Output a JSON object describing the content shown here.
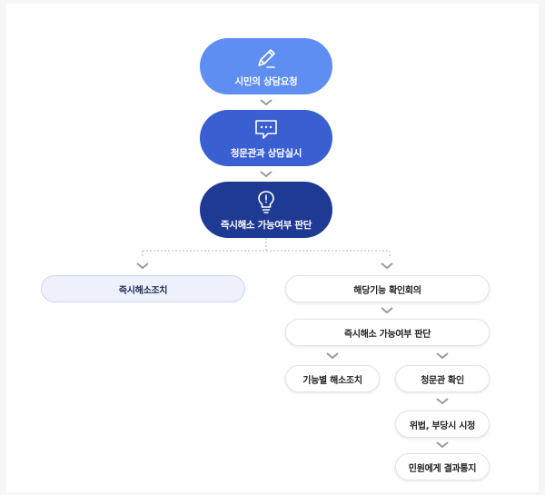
{
  "flow": {
    "step1": {
      "label": "시민의 상담요청",
      "icon": "pencil-icon"
    },
    "step2": {
      "label": "청문관과 상담실시",
      "icon": "chat-bubble-icon"
    },
    "step3": {
      "label": "즉시해소 가능여부 판단",
      "icon": "lightbulb-icon"
    }
  },
  "branches": {
    "left": {
      "label": "즉시해소조치"
    },
    "right": {
      "meeting": "해당기능 확인회의",
      "judge": "즉시해소 가능여부 판단",
      "sub_left": "기능별 해소조치",
      "sub_right": {
        "check": "청문관 확인",
        "correct": "위법, 부당시 시정",
        "notify": "민원에게 결과통지"
      }
    }
  },
  "colors": {
    "step1": "#5f8ef2",
    "step2": "#3a5fd1",
    "step3": "#1f3a93",
    "left_branch_fill": "#edf1fb",
    "chevron": "#9a9a9a"
  }
}
